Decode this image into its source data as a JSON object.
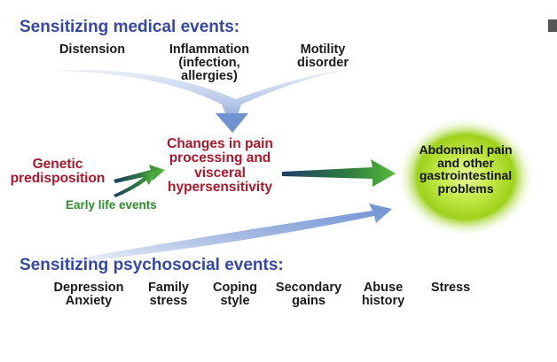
{
  "medical": {
    "heading": "Sensitizing medical events:",
    "items": [
      "Distension",
      "Inflammation\n(infection,\nallergies)",
      "Motility\ndisorder"
    ]
  },
  "genetic": "Genetic\npredisposition",
  "early_life": "Early life events",
  "center": "Changes in pain\nprocessing and\nvisceral\nhypersensitivity",
  "outcome": "Abdominal pain\nand other\ngastrointestinal\nproblems",
  "psychosocial": {
    "heading": "Sensitizing psychosocial events:",
    "items": [
      "Depression\nAnxiety",
      "Family\nstress",
      "Coping\nstyle",
      "Secondary\ngains",
      "Abuse\nhistory",
      "Stress"
    ]
  },
  "colors": {
    "heading": "#3548a6",
    "red_text": "#a8192b",
    "green_text": "#2f8e2c",
    "arrow_blue": "#8aa6d6",
    "arrow_green": "#3b9a3b",
    "glow": "#a8dc1e"
  }
}
